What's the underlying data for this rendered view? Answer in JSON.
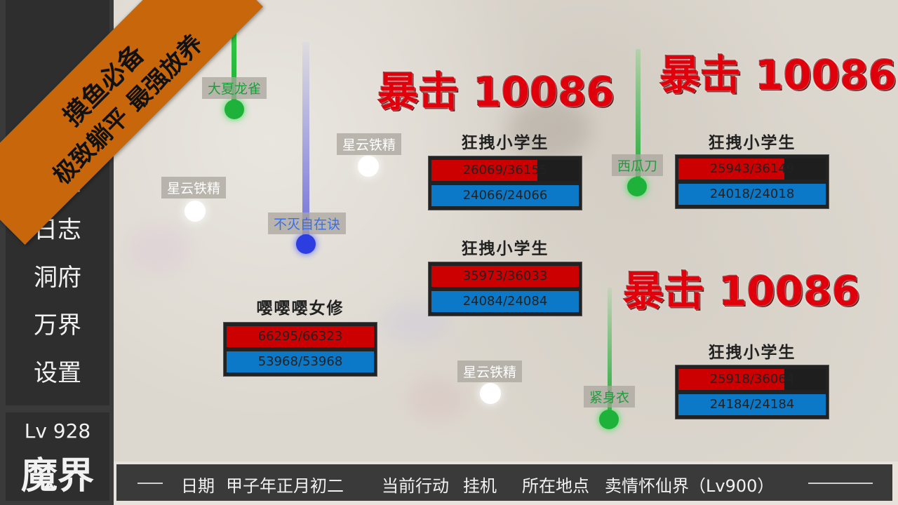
{
  "banner": {
    "line1": "摸鱼必备",
    "line2": "极致躺平 最强放养",
    "color": "#c8660c"
  },
  "menu": {
    "items": [
      "",
      "",
      "",
      "技法",
      "日志",
      "洞府",
      "万界",
      "设置"
    ]
  },
  "player": {
    "level": "Lv 928",
    "realm": "魔界"
  },
  "status": {
    "date_label": "日期",
    "date_value": "甲子年正月初二",
    "action_label": "当前行动",
    "action_value": "挂机",
    "location_label": "所在地点",
    "location_value": "卖情怀仙界（Lv900）"
  },
  "enemies": [
    {
      "name": "嘤嘤嘤女修",
      "hp": "66295/66323",
      "hp_frac": 0.9996,
      "mp": "53968/53968",
      "mp_frac": 1.0
    },
    {
      "name": "狂拽小学生",
      "hp": "26069/36155",
      "hp_frac": 0.721,
      "mp": "24066/24066",
      "mp_frac": 1.0
    },
    {
      "name": "狂拽小学生",
      "hp": "35973/36033",
      "hp_frac": 0.998,
      "mp": "24084/24084",
      "mp_frac": 1.0
    },
    {
      "name": "狂拽小学生",
      "hp": "25943/36149",
      "hp_frac": 0.718,
      "mp": "24018/24018",
      "mp_frac": 1.0
    },
    {
      "name": "狂拽小学生",
      "hp": "25918/36064",
      "hp_frac": 0.719,
      "mp": "24184/24184",
      "mp_frac": 1.0
    }
  ],
  "crits": [
    "暴击 10086",
    "暴击 10086",
    "暴击 10086"
  ],
  "loot": [
    {
      "name": "大夏龙雀",
      "color": "#1e9e3a"
    },
    {
      "name": "星云铁精",
      "color": "#ffffff"
    },
    {
      "name": "星云铁精",
      "color": "#ffffff"
    },
    {
      "name": "不灭自在诀",
      "color": "#3a6ee8"
    },
    {
      "name": "西瓜刀",
      "color": "#1e9e3a"
    },
    {
      "name": "星云铁精",
      "color": "#ffffff"
    },
    {
      "name": "紧身衣",
      "color": "#1e9e3a"
    }
  ]
}
